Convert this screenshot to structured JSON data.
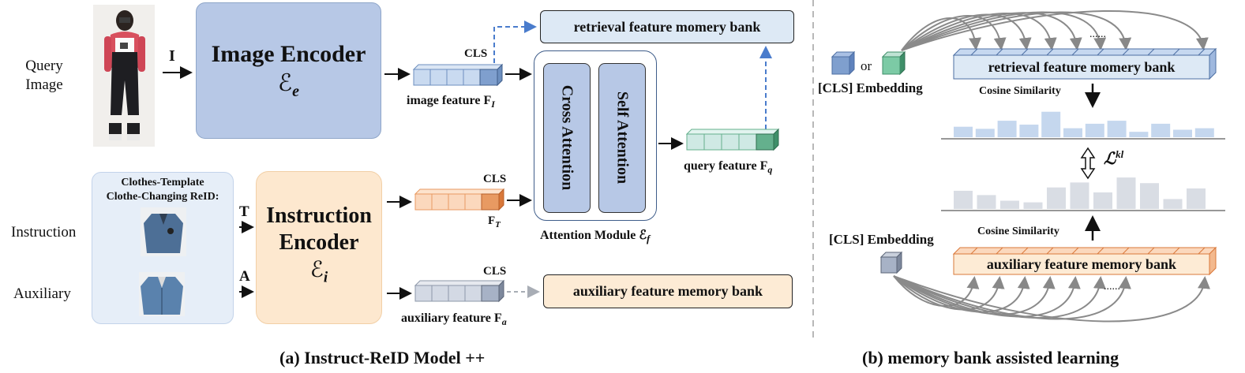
{
  "left": {
    "query_label_line1": "Query",
    "query_label_line2": "Image",
    "arrow_I": "I",
    "image_encoder_title": "Image Encoder",
    "image_encoder_symbol": "ℰ",
    "image_encoder_sub": "e",
    "cls_image": "CLS",
    "image_feature_label": "image feature F",
    "image_feature_sub": "I",
    "retrieval_bank_top": "retrieval feature momery bank",
    "cross_attention": "Cross Attention",
    "self_attention": "Self Attention",
    "query_feature_label": "query feature F",
    "query_feature_sub": "q",
    "attention_module_label": "Attention Module ℰ",
    "attention_module_sub": "f",
    "template_line1": "Clothes-Template",
    "template_line2": "Clothe-Changing ReID:",
    "instruction_label": "Instruction",
    "auxiliary_label": "Auxiliary",
    "arrow_T": "T",
    "arrow_A": "A",
    "instruction_encoder_line1": "Instruction",
    "instruction_encoder_line2": "Encoder",
    "instruction_encoder_symbol": "ℰ",
    "instruction_encoder_sub": "i",
    "cls_text": "CLS",
    "ft_label": "F",
    "ft_sub": "T",
    "cls_aux": "CLS",
    "auxiliary_feature_label": "auxiliary feature F",
    "auxiliary_feature_sub": "a",
    "auxiliary_bank": "auxiliary feature memory bank",
    "caption": "(a) Instruct-ReID Model ++"
  },
  "right": {
    "or_text": "or",
    "cls_embedding_top": "[CLS] Embedding",
    "ellipsis_top": "......",
    "retrieval_bank": "retrieval feature momery bank",
    "cosine_top": "Cosine Similarity",
    "kl_symbol": "ℒ",
    "kl_sup": "kl",
    "cosine_bottom": "Cosine Similarity",
    "cls_embedding_bottom": "[CLS] Embedding",
    "auxiliary_bank": "auxiliary feature memory bank",
    "ellipsis_bottom": "......",
    "caption": "(b) memory bank assisted learning",
    "similarity_top": [
      0.35,
      0.28,
      0.55,
      0.42,
      0.85,
      0.3,
      0.45,
      0.55,
      0.18,
      0.45,
      0.25,
      0.3
    ],
    "similarity_bottom": [
      0.55,
      0.42,
      0.25,
      0.2,
      0.65,
      0.8,
      0.5,
      0.95,
      0.78,
      0.3,
      0.62
    ]
  },
  "colors": {
    "image_blue": "#b7c8e6",
    "image_blue_dark": "#7f9fce",
    "instruction_orange": "#fde8cf",
    "text_orange_dark": "#e89a62",
    "query_teal": "#cfe9e4",
    "query_green": "#64b08d",
    "aux_gray": "#d3d9e4",
    "aux_gray_dark": "#a7b2c6",
    "bank_fill": "#dde9f5",
    "aux_bank_fill": "#fdebd5",
    "bar_top": "#c5d7ee",
    "bar_bottom": "#d9dde4",
    "dashed_blue": "#4a7ccc"
  }
}
